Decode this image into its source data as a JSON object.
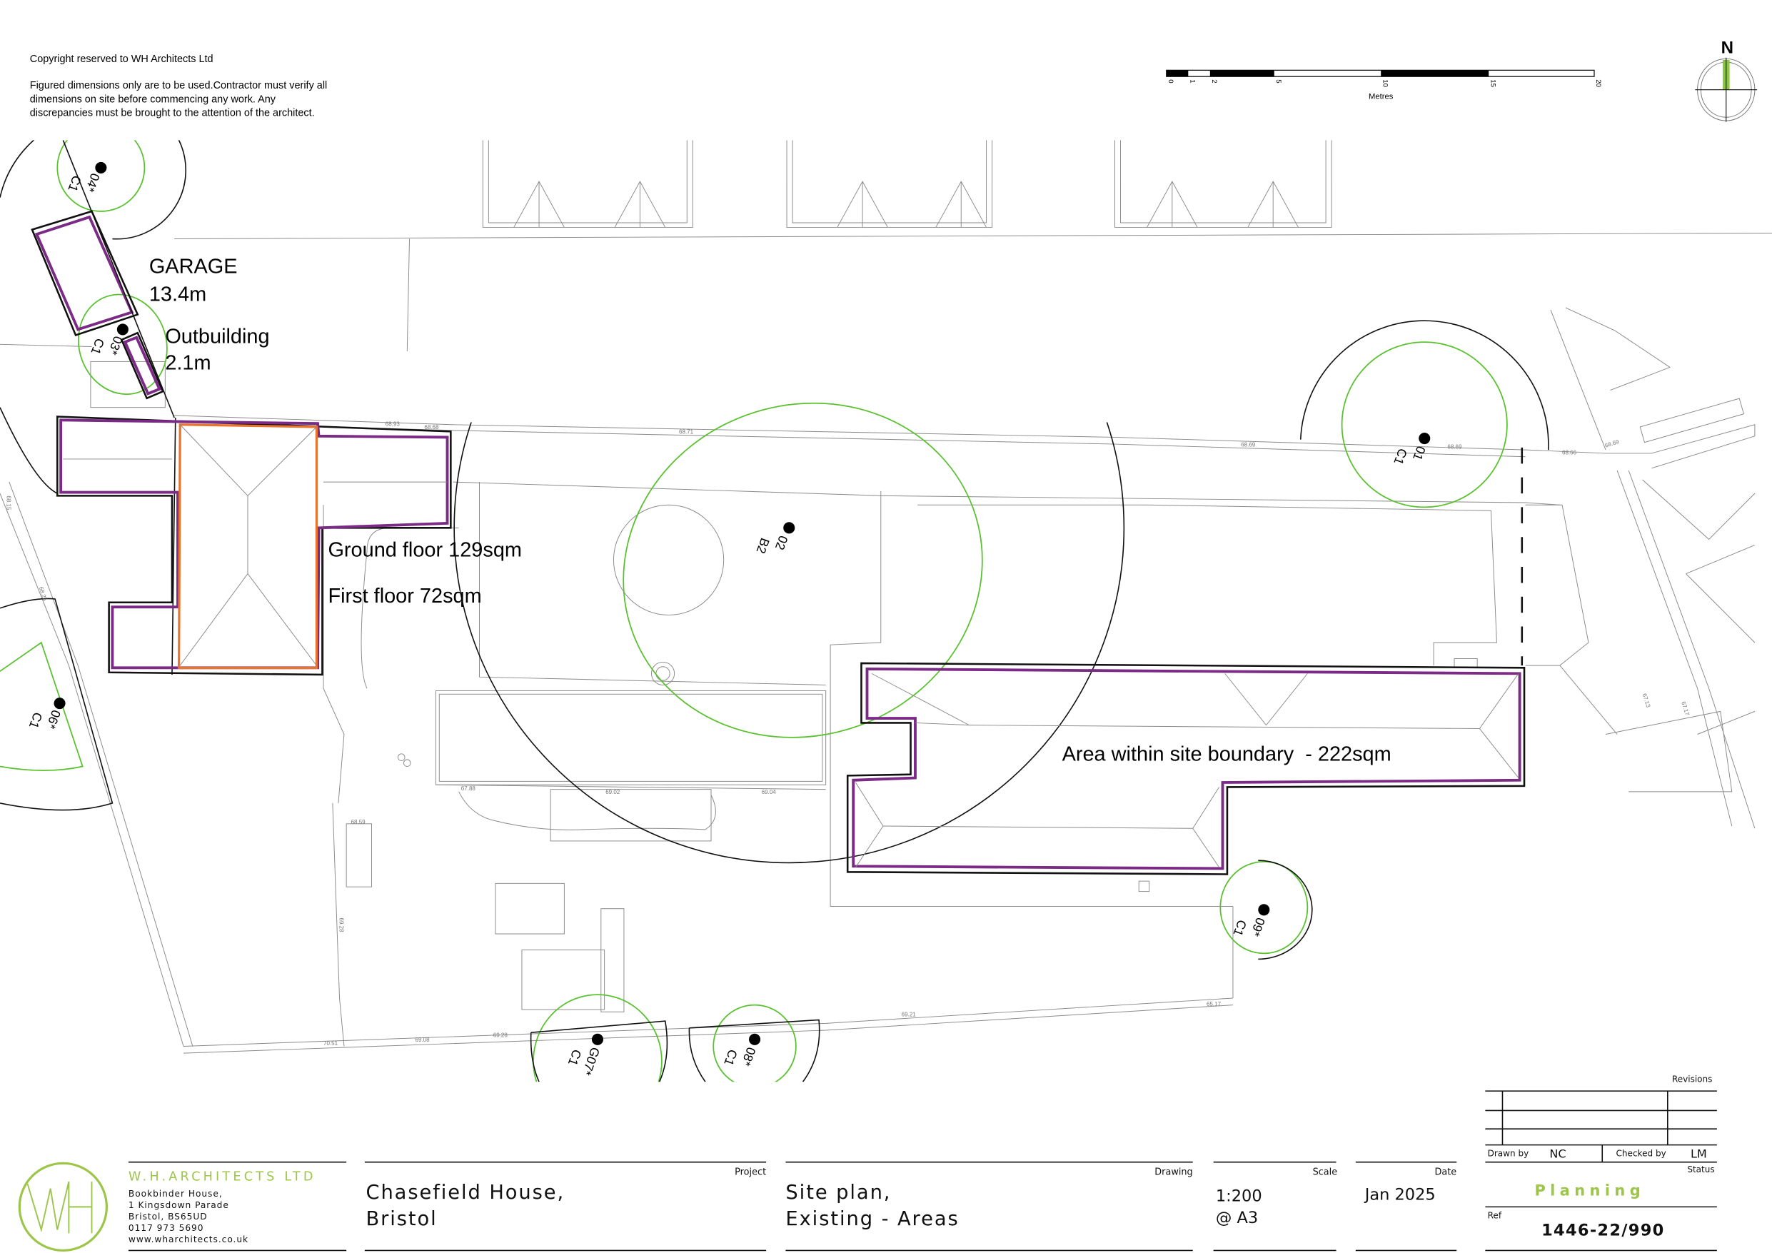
{
  "notes": {
    "copyright": "Copyright reserved to WH Architects Ltd",
    "disclaimer_lines": [
      "Figured dimensions only are to be used.Contractor must verify all",
      "dimensions on site before commencing any work. Any",
      "discrepancies must be brought to the attention of the architect."
    ]
  },
  "scale_bar": {
    "ticks": [
      "0",
      "1",
      "2",
      "5",
      "10",
      "15",
      "20"
    ],
    "unit": "Metres"
  },
  "north_arrow": {
    "label": "N",
    "icon": "north-arrow-icon"
  },
  "plan_labels": {
    "garage": "GARAGE",
    "garage_height": "13.4m",
    "outbuilding": "Outbuilding",
    "outbuilding_height": "2.1m",
    "ground_floor": "Ground floor 129sqm",
    "first_floor": "First floor 72sqm",
    "site_area": "Area within site boundary  - 222sqm"
  },
  "trees": [
    {
      "id": "04*",
      "cat": "C1"
    },
    {
      "id": "03*",
      "cat": "C1"
    },
    {
      "id": "06*",
      "cat": "C1"
    },
    {
      "id": "02",
      "cat": "B2"
    },
    {
      "id": "01",
      "cat": "C1"
    },
    {
      "id": "09*",
      "cat": "C1"
    },
    {
      "id": "G07*",
      "cat": "C1"
    },
    {
      "id": "08*",
      "cat": "C1"
    }
  ],
  "levels": [
    "68.93",
    "68.68",
    "68.71",
    "68.69",
    "68.69",
    "68.66",
    "68.69",
    "68.15",
    "68.25",
    "67.88",
    "69.02",
    "69.04",
    "68.59",
    "69.28",
    "69.21",
    "69.28",
    "69.08",
    "70.51",
    "65.17",
    "67.13",
    "67.17"
  ],
  "title_block": {
    "company": "W.H.ARCHITECTS LTD",
    "address": [
      "Bookbinder House,",
      "1 Kingsdown Parade",
      "Bristol, BS65UD",
      "0117 973 5690",
      "www.wharchitects.co.uk"
    ],
    "project_label": "Project",
    "project": [
      "Chasefield House,",
      "Bristol"
    ],
    "drawing_label": "Drawing",
    "drawing": [
      "Site plan,",
      "Existing - Areas"
    ],
    "scale_label": "Scale",
    "scale": [
      "1:200",
      "@ A3"
    ],
    "date_label": "Date",
    "date": "Jan 2025",
    "revisions_label": "Revisions",
    "drawn_by_label": "Drawn by",
    "drawn_by": "NC",
    "checked_by_label": "Checked by",
    "checked_by": "LM",
    "status_label": "Status",
    "status": "Planning",
    "ref_label": "Ref",
    "ref": "1446-22/990"
  },
  "colors": {
    "brand_green": "#9cc54a",
    "building_outline": "#7b2a86",
    "first_floor_outline": "#e8742d",
    "tree_rpa": "#59c12e"
  }
}
